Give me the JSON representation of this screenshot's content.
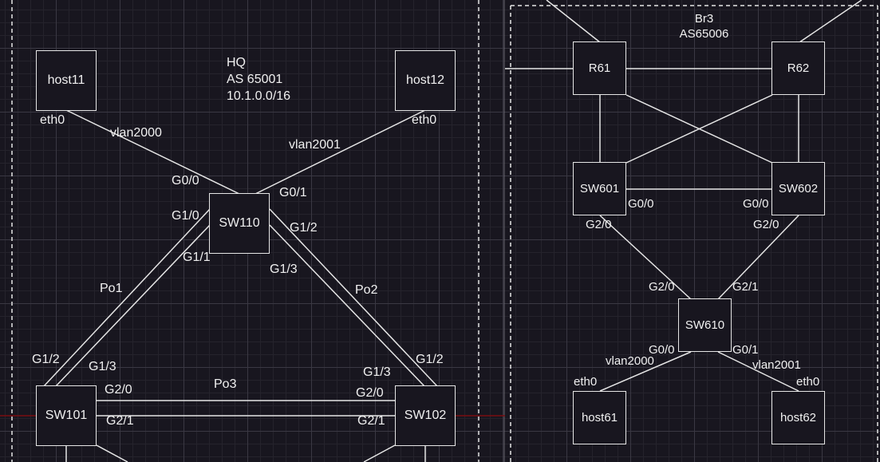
{
  "zones": {
    "hq": {
      "lines": [
        "HQ",
        "AS 65001",
        "10.1.0.0/16"
      ]
    },
    "br3": {
      "lines": [
        "Br3",
        "AS65006"
      ]
    }
  },
  "nodes": {
    "host11": "host11",
    "host12": "host12",
    "sw110": "SW110",
    "sw101": "SW101",
    "sw102": "SW102",
    "r61": "R61",
    "r62": "R62",
    "sw601": "SW601",
    "sw602": "SW602",
    "sw610": "SW610",
    "host61": "host61",
    "host62": "host62"
  },
  "labels": {
    "host11_eth0": "eth0",
    "host12_eth0": "eth0",
    "vlan2000_hq": "vlan2000",
    "vlan2001_hq": "vlan2001",
    "sw110_g00": "G0/0",
    "sw110_g01": "G0/1",
    "sw110_g10": "G1/0",
    "sw110_g11": "G1/1",
    "sw110_g12": "G1/2",
    "sw110_g13": "G1/3",
    "po1": "Po1",
    "po2": "Po2",
    "po3": "Po3",
    "sw101_g12": "G1/2",
    "sw101_g13": "G1/3",
    "sw101_g20": "G2/0",
    "sw101_g21": "G2/1",
    "sw102_g12": "G1/2",
    "sw102_g13": "G1/3",
    "sw102_g20": "G2/0",
    "sw102_g21": "G2/1",
    "sw601_g00": "G0/0",
    "sw601_g20": "G2/0",
    "sw602_g00": "G0/0",
    "sw602_g20": "G2/0",
    "sw610_g20": "G2/0",
    "sw610_g21": "G2/1",
    "sw610_g00": "G0/0",
    "sw610_g01": "G0/1",
    "vlan2000_br3": "vlan2000",
    "vlan2001_br3": "vlan2001",
    "host61_eth0": "eth0",
    "host62_eth0": "eth0"
  },
  "colors": {
    "background": "#18161f",
    "line": "#e6e6e6",
    "grid_major": "#3a3843",
    "grid_minor": "#25232c",
    "guide": "#7a0d10"
  }
}
